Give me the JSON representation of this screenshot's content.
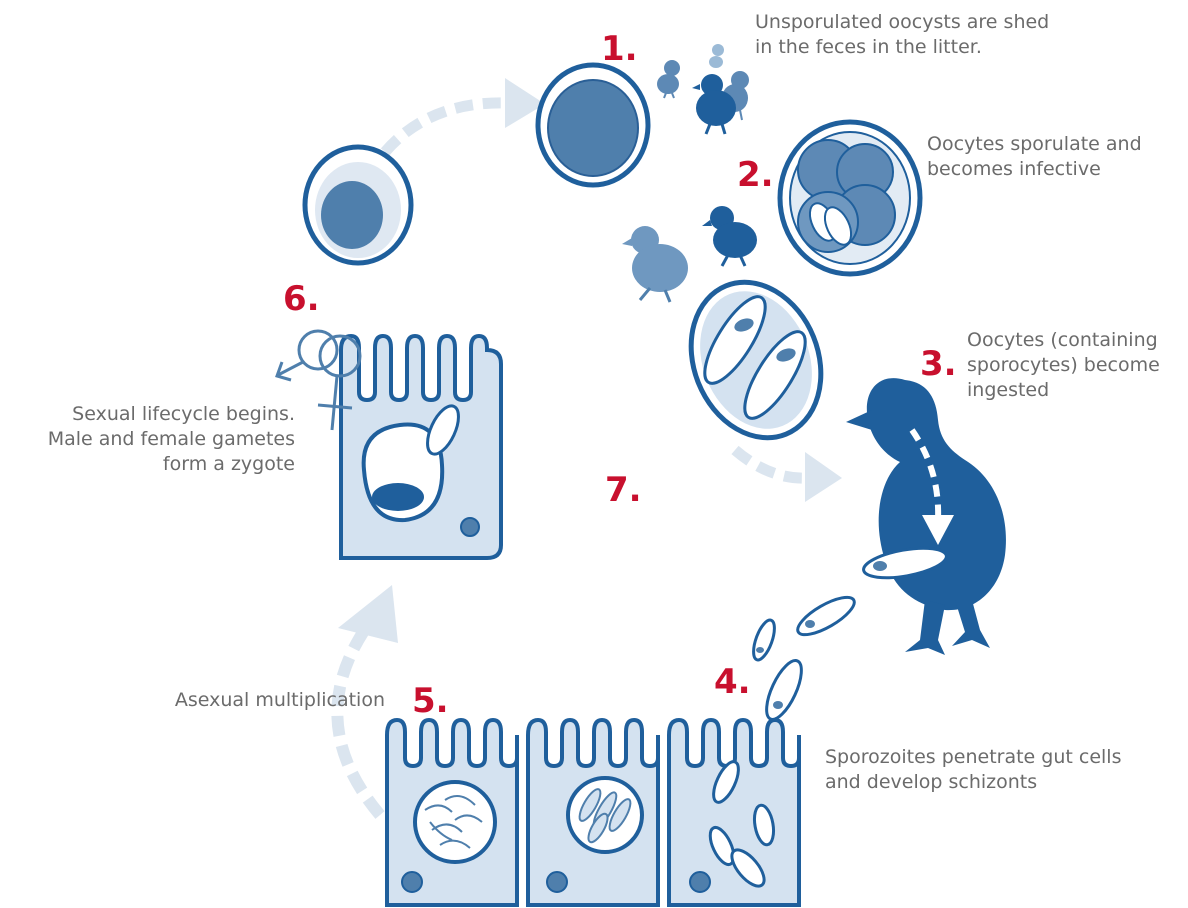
{
  "colors": {
    "dark_blue": "#1f5f9c",
    "mid_blue": "#4a7fb3",
    "cell_fill": "#d4e2f0",
    "arrow": "#dbe5ef",
    "step_number": "#c8102e",
    "caption": "#6b6b6b"
  },
  "steps": [
    {
      "number": "1.",
      "lines": [
        "Unsporulated oocysts are shed",
        "in the feces in the litter."
      ]
    },
    {
      "number": "2.",
      "lines": [
        "Oocytes sporulate and",
        "becomes infective"
      ]
    },
    {
      "number": "3.",
      "lines": [
        "Oocytes (containing",
        "sporocytes) become",
        "ingested"
      ]
    },
    {
      "number": "4.",
      "lines": [
        "Sporozoites penetrate gut cells",
        "and develop schizonts"
      ]
    },
    {
      "number": "5.",
      "lines": [
        "Asexual multiplication"
      ]
    },
    {
      "number": "6.",
      "lines": [
        "Sexual lifecycle begins.",
        "Male and female gametes",
        "form a zygote"
      ]
    },
    {
      "number": "7.",
      "lines": []
    }
  ],
  "icons": {
    "chicks_small": "chicks-icon",
    "chicks_stage2": "chicks-icon",
    "chicken_large": "chicken-icon",
    "gender": "gender-symbols-icon"
  }
}
